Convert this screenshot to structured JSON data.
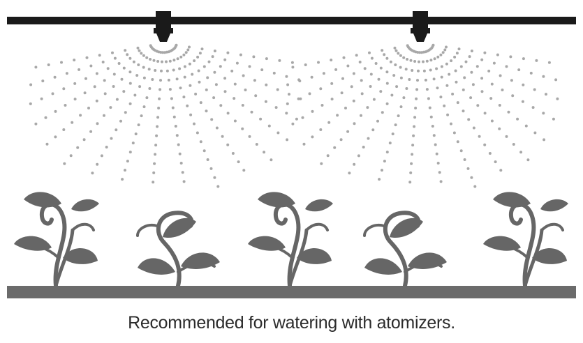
{
  "caption": "Recommended for watering with atomizers.",
  "colors": {
    "pipe": "#1a1a1a",
    "spray": "#a8a8a8",
    "plant": "#666666",
    "ground": "#6b6b6b",
    "caption": "#2b2b2b"
  },
  "atomizers": [
    {
      "name": "atomizer-left"
    },
    {
      "name": "atomizer-right"
    }
  ],
  "plants": [
    {
      "name": "plant-1"
    },
    {
      "name": "plant-2"
    },
    {
      "name": "plant-3"
    },
    {
      "name": "plant-4"
    },
    {
      "name": "plant-5"
    }
  ]
}
